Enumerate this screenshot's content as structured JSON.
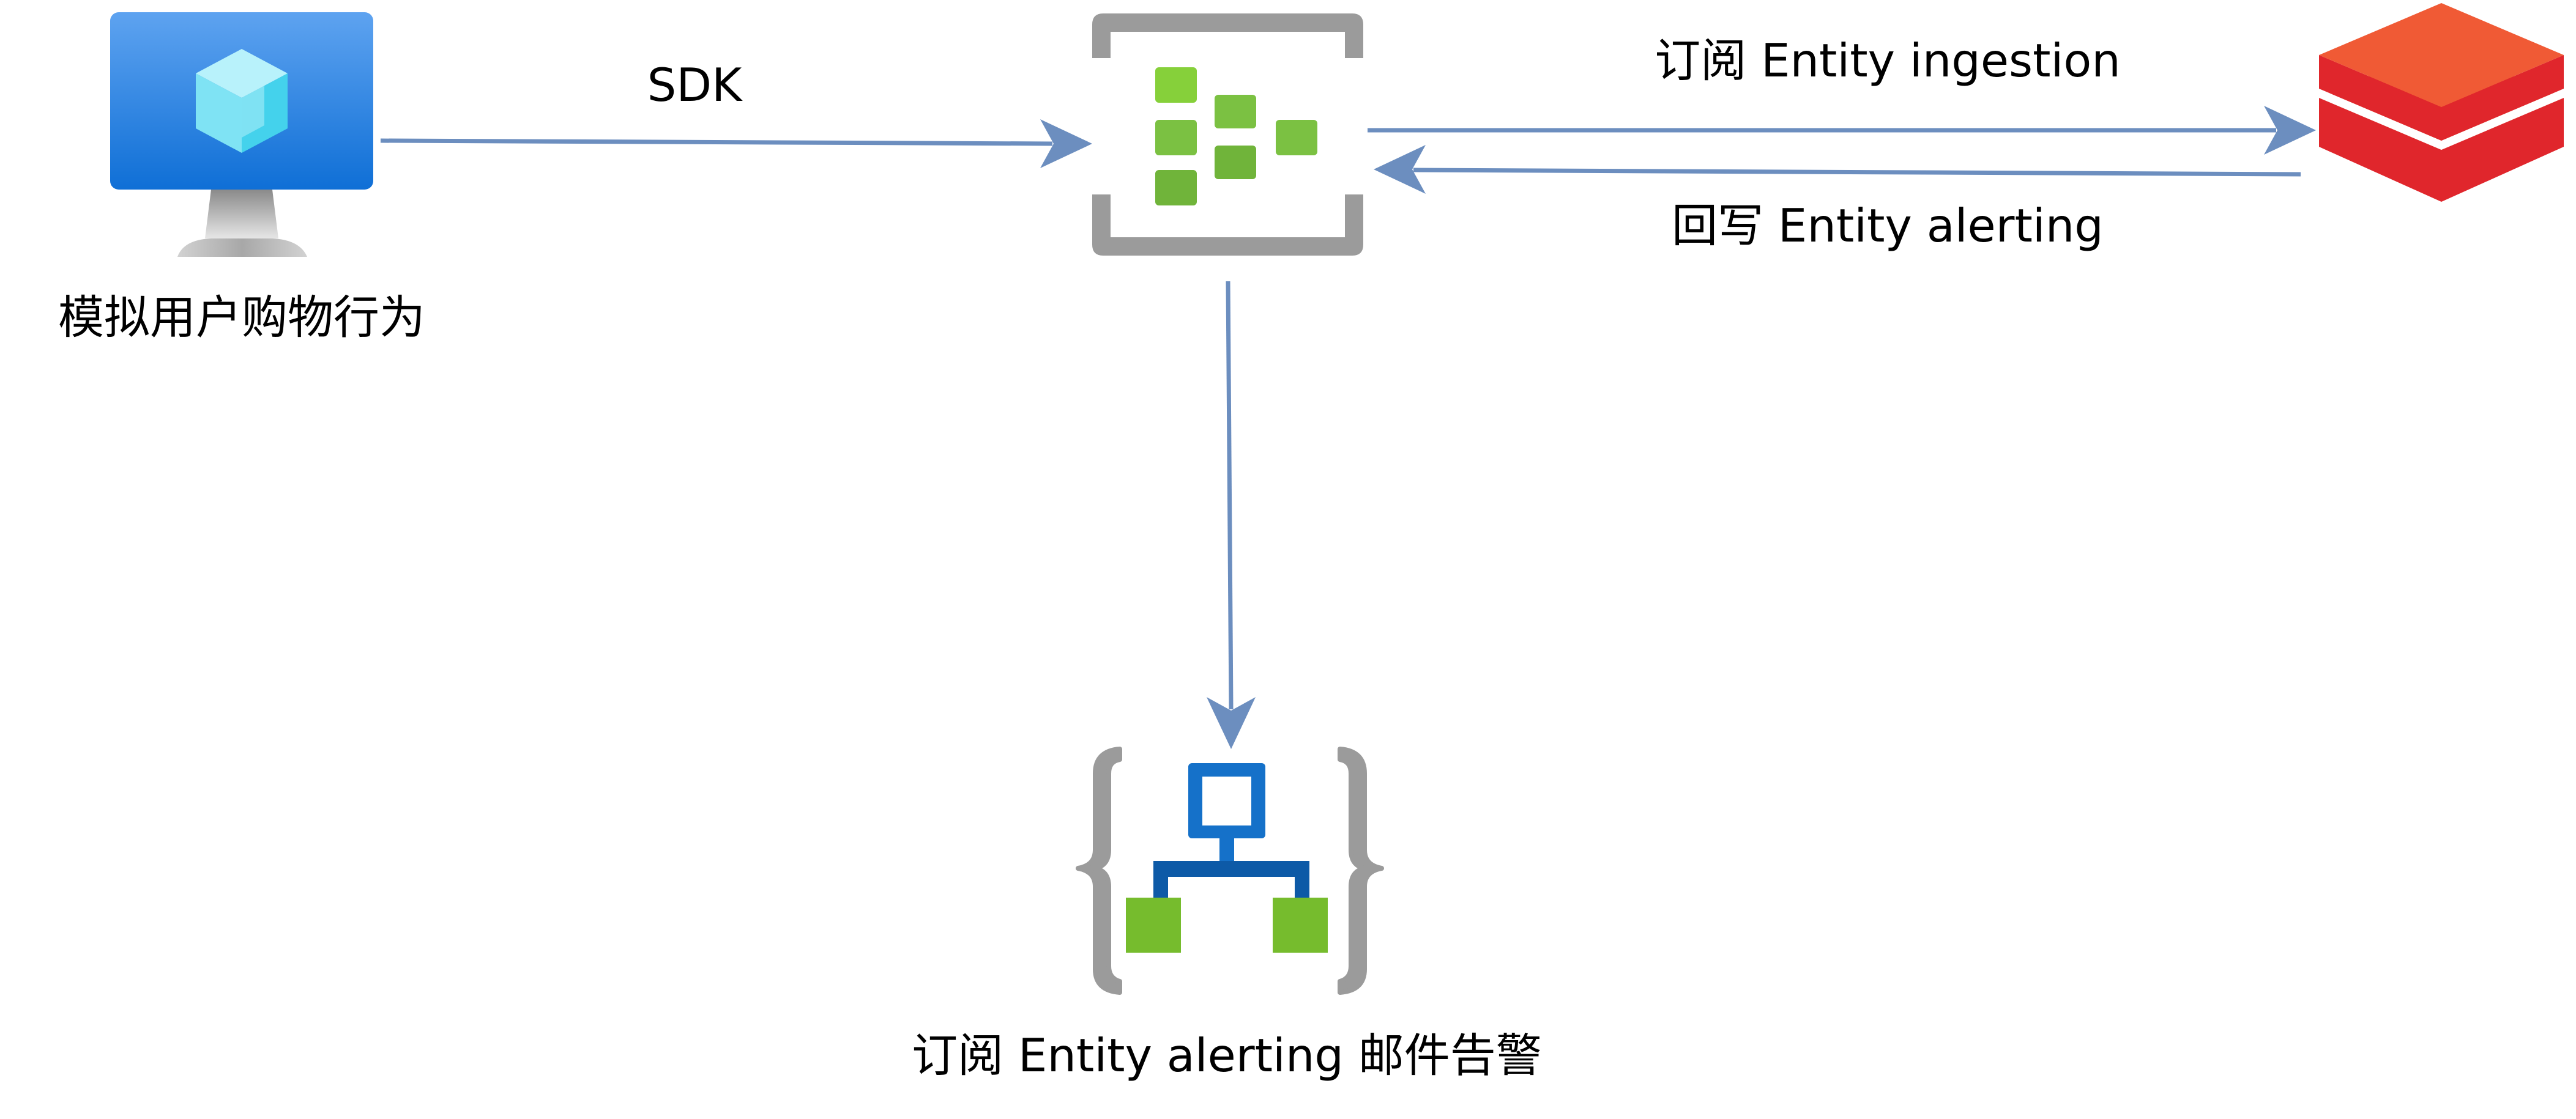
{
  "nodes": {
    "vm": {
      "label": "模拟用户购物行为",
      "icon": "virtual-machine-icon"
    },
    "hub": {
      "icon": "event-hub-icon"
    },
    "databricks": {
      "icon": "databricks-icon"
    },
    "logic_app": {
      "label": "订阅 Entity alerting 邮件告警",
      "icon": "logic-app-icon"
    }
  },
  "edges": {
    "vm_to_hub": {
      "label": "SDK"
    },
    "hub_to_databricks": {
      "label": "订阅 Entity ingestion"
    },
    "databricks_to_hub": {
      "label": "回写 Entity alerting"
    },
    "hub_to_logic_app": {
      "label": ""
    }
  },
  "colors": {
    "arrow": "#6c8ebf",
    "monitor_blue": "#1a7fe0",
    "cube": "#5ee0f2",
    "hub_frame": "#9b9b9b",
    "hub_green": "#7bc142",
    "databricks_light": "#f05a35",
    "databricks_dark": "#e0262c",
    "logic_blue": "#1571c9",
    "logic_green": "#76bc2d",
    "brace": "#9b9b9b"
  }
}
